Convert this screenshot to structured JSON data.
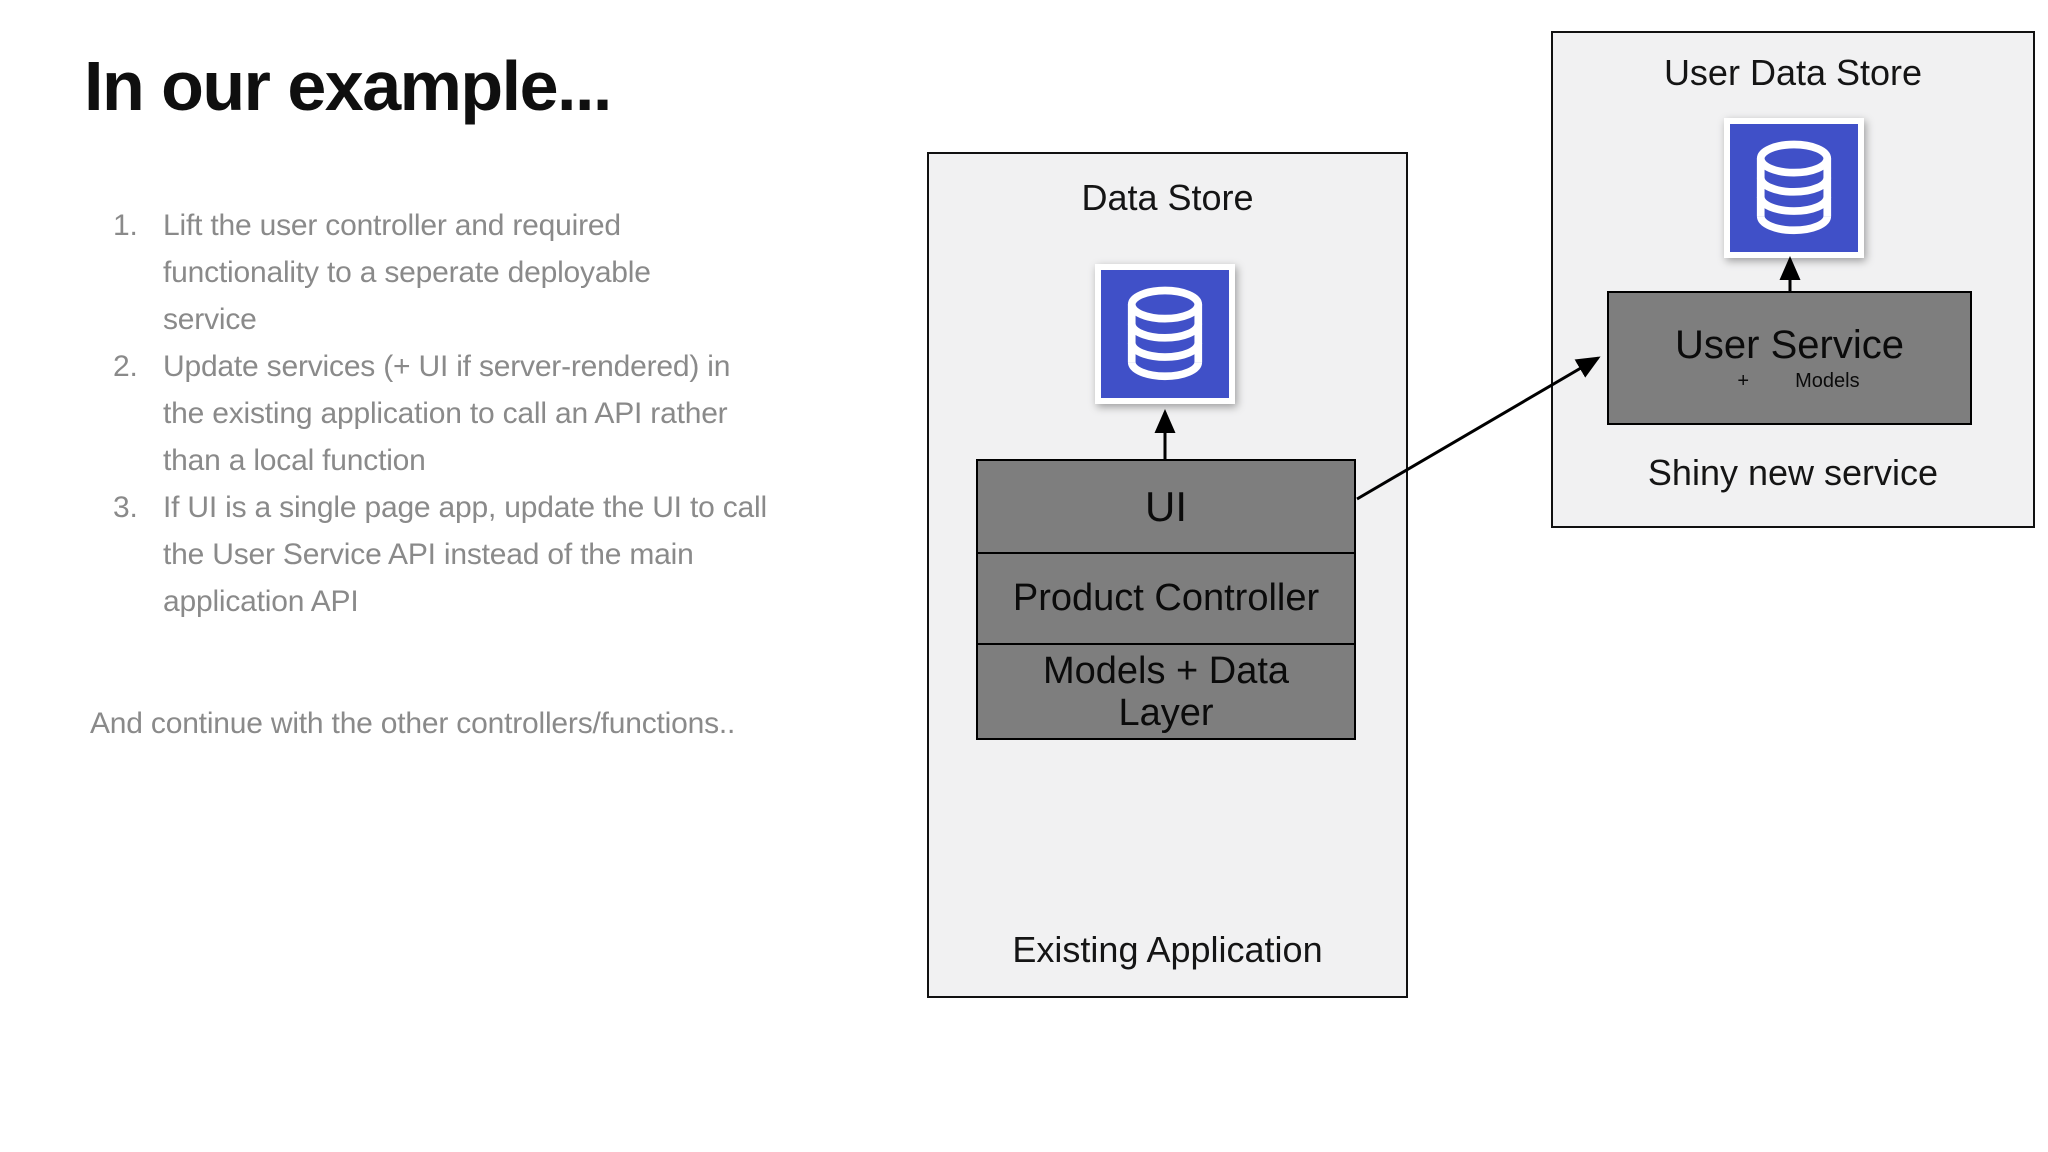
{
  "slide": {
    "title": "In our example...",
    "list": [
      {
        "number": "1.",
        "lines": [
          "Lift the user controller and required",
          "functionality to a seperate deployable",
          "service"
        ]
      },
      {
        "number": "2.",
        "lines": [
          "Update services (+ UI if server-rendered) in",
          "the existing application to call an API rather",
          "than a local function"
        ]
      },
      {
        "number": "3.",
        "lines": [
          "If UI is a single page app, update the UI to call",
          "the User Service API instead of the main",
          "application API"
        ]
      }
    ],
    "footnote": "And continue with the other controllers/functions.."
  },
  "diagram": {
    "existing_app": {
      "title": "Data Store",
      "layers": [
        "UI",
        "Product Controller",
        "Models + Data Layer"
      ],
      "caption": "Existing Application",
      "icon": "database-icon"
    },
    "new_service": {
      "title": "User Data Store",
      "service_name": "User Service",
      "service_sub_plus": "+",
      "service_sub_text": "Models",
      "caption": "Shiny new service",
      "icon": "database-icon"
    },
    "colors": {
      "panel_fill": "#f1f1f2",
      "panel_border": "#111111",
      "layer_fill": "#7e7e7e",
      "layer_border": "#000000",
      "database_blue": "#4050c8",
      "arrow": "#000000",
      "body_text": "#8a8a8a",
      "heading_text": "#0f0f0f"
    }
  }
}
